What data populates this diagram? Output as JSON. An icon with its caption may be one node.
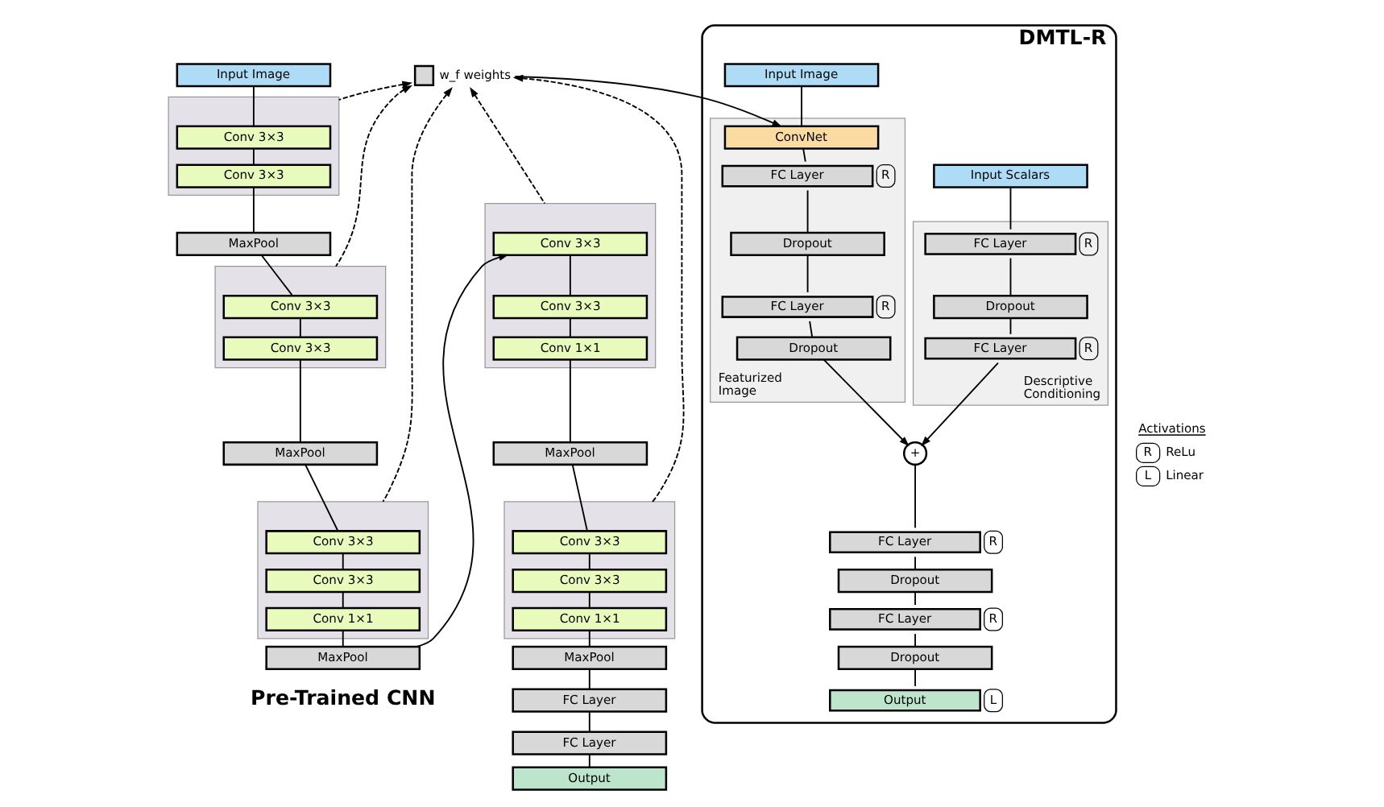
{
  "diagram": {
    "nodes": [
      {
        "text": [
          "Input Image"
        ]
      },
      {
        "text": [],
        "shape": "box"
      },
      {
        "text": [
          "Conv 3×3"
        ],
        "in": 1
      },
      {
        "text": [
          "Conv 3×3"
        ],
        "in": 1
      },
      {
        "text": [
          "MaxPool"
        ]
      },
      {
        "text": [],
        "shape": "box"
      },
      {
        "text": [
          "Conv 3×3"
        ],
        "in": 5
      },
      {
        "text": [
          "Conv 3×3"
        ],
        "in": 5
      },
      {
        "text": [
          "MaxPool"
        ]
      },
      {
        "text": [],
        "shape": "box"
      },
      {
        "text": [
          "Conv 3×3"
        ],
        "in": 9
      },
      {
        "text": [
          "Conv 3×3"
        ],
        "in": 9
      },
      {
        "text": [
          "Conv 1×1"
        ],
        "in": 9
      },
      {
        "text": [
          "MaxPool"
        ]
      },
      {
        "text": [],
        "shape": "box"
      },
      {
        "text": [
          "Conv 3×3"
        ],
        "in": 14
      },
      {
        "text": [
          "Conv 3×3"
        ],
        "in": 14
      },
      {
        "text": [
          "Conv 1×1"
        ],
        "in": 14
      },
      {
        "text": [
          "MaxPool"
        ]
      },
      {
        "text": [],
        "shape": "box"
      },
      {
        "text": [
          "Conv 3×3"
        ],
        "in": 19
      },
      {
        "text": [
          "Conv 3×3"
        ],
        "in": 19
      },
      {
        "text": [
          "Conv 1×1"
        ],
        "in": 19
      },
      {
        "text": [
          "MaxPool"
        ]
      },
      {
        "text": [
          "FC Layer"
        ]
      },
      {
        "text": [
          "FC Layer"
        ]
      },
      {
        "text": [
          "Output"
        ]
      },
      {
        "text": [],
        "shape": "box",
        "beside": [
          "w_f weights"
        ]
      },
      {
        "text": [
          "DMTL-R"
        ]
      },
      {
        "text": [
          "Input Image"
        ],
        "in": 28
      },
      {
        "text": [
          "Featurized Image"
        ],
        "in": 28
      },
      {
        "text": [
          "ConvNet"
        ],
        "in": 30
      },
      {
        "text": [
          "FC Layer"
        ],
        "in": 30,
        "beside": [
          "R"
        ]
      },
      {
        "text": [
          "Dropout"
        ],
        "in": 30
      },
      {
        "text": [
          "FC Layer"
        ],
        "in": 30,
        "beside": [
          "R"
        ]
      },
      {
        "text": [
          "Dropout"
        ],
        "in": 30
      },
      {
        "text": [
          "Input Scalars"
        ],
        "in": 28
      },
      {
        "text": [
          "Descriptive Conditioning"
        ],
        "in": 28
      },
      {
        "text": [
          "FC Layer"
        ],
        "in": 37,
        "beside": [
          "R"
        ]
      },
      {
        "text": [
          "Dropout"
        ],
        "in": 37
      },
      {
        "text": [
          "FC Layer"
        ],
        "in": 37,
        "beside": [
          "R"
        ]
      },
      {
        "text": [
          "+"
        ],
        "in": 28
      },
      {
        "text": [
          "FC Layer"
        ],
        "in": 28,
        "beside": [
          "R"
        ]
      },
      {
        "text": [
          "Dropout"
        ],
        "in": 28
      },
      {
        "text": [
          "FC Layer"
        ],
        "in": 28,
        "beside": [
          "R"
        ]
      },
      {
        "text": [
          "Dropout"
        ],
        "in": 28
      },
      {
        "text": [
          "Output"
        ],
        "in": 28,
        "beside": [
          "L"
        ]
      }
    ],
    "edges": [
      {
        "from": 0,
        "to": 2,
        "arrow": "none"
      },
      {
        "from": 2,
        "to": 3,
        "arrow": "none"
      },
      {
        "from": 3,
        "to": 4,
        "arrow": "none"
      },
      {
        "from": 4,
        "to": 6,
        "arrow": "none"
      },
      {
        "from": 6,
        "to": 7,
        "arrow": "none"
      },
      {
        "from": 7,
        "to": 8,
        "arrow": "none"
      },
      {
        "from": 8,
        "to": 10,
        "arrow": "none"
      },
      {
        "from": 10,
        "to": 11,
        "arrow": "none"
      },
      {
        "from": 11,
        "to": 12,
        "arrow": "none"
      },
      {
        "from": 12,
        "to": 13,
        "arrow": "none"
      },
      {
        "from": 13,
        "to": 15,
        "arrow": "to"
      },
      {
        "from": 15,
        "to": 16,
        "arrow": "none"
      },
      {
        "from": 16,
        "to": 17,
        "arrow": "none"
      },
      {
        "from": 17,
        "to": 18,
        "arrow": "none"
      },
      {
        "from": 18,
        "to": 20,
        "arrow": "none"
      },
      {
        "from": 20,
        "to": 21,
        "arrow": "none"
      },
      {
        "from": 21,
        "to": 22,
        "arrow": "none"
      },
      {
        "from": 22,
        "to": 23,
        "arrow": "none"
      },
      {
        "from": 23,
        "to": 24,
        "arrow": "none"
      },
      {
        "from": 24,
        "to": 25,
        "arrow": "none"
      },
      {
        "from": 25,
        "to": 26,
        "arrow": "none"
      },
      {
        "from": 1,
        "to": 27,
        "arrow": "to",
        "style": "dashed"
      },
      {
        "from": 5,
        "to": 27,
        "arrow": "to",
        "style": "dashed"
      },
      {
        "from": 9,
        "to": 27,
        "arrow": "to",
        "style": "dashed"
      },
      {
        "from": 14,
        "to": 27,
        "arrow": "to",
        "style": "dashed"
      },
      {
        "from": 19,
        "to": 27,
        "arrow": "to",
        "style": "dashed"
      },
      {
        "from": 27,
        "to": 31,
        "arrow": "to"
      },
      {
        "from": 29,
        "to": 31,
        "arrow": "none"
      },
      {
        "from": 31,
        "to": 32,
        "arrow": "none"
      },
      {
        "from": 32,
        "to": 33,
        "arrow": "none"
      },
      {
        "from": 33,
        "to": 34,
        "arrow": "none"
      },
      {
        "from": 34,
        "to": 35,
        "arrow": "none"
      },
      {
        "from": 35,
        "to": 41,
        "arrow": "to"
      },
      {
        "from": 36,
        "to": 38,
        "arrow": "none"
      },
      {
        "from": 38,
        "to": 39,
        "arrow": "none"
      },
      {
        "from": 39,
        "to": 40,
        "arrow": "none"
      },
      {
        "from": 40,
        "to": 41,
        "arrow": "to"
      },
      {
        "from": 41,
        "to": 42,
        "arrow": "none"
      },
      {
        "from": 42,
        "to": 43,
        "arrow": "none"
      },
      {
        "from": 43,
        "to": 44,
        "arrow": "none"
      },
      {
        "from": 44,
        "to": 45,
        "arrow": "none"
      },
      {
        "from": 45,
        "to": 46,
        "arrow": "none"
      }
    ],
    "labels": [
      "Pre-Trained CNN",
      "Activations",
      "R",
      "L"
    ],
    "legend": [
      {
        "text": "ReLu"
      },
      {
        "text": "Linear"
      }
    ]
  }
}
